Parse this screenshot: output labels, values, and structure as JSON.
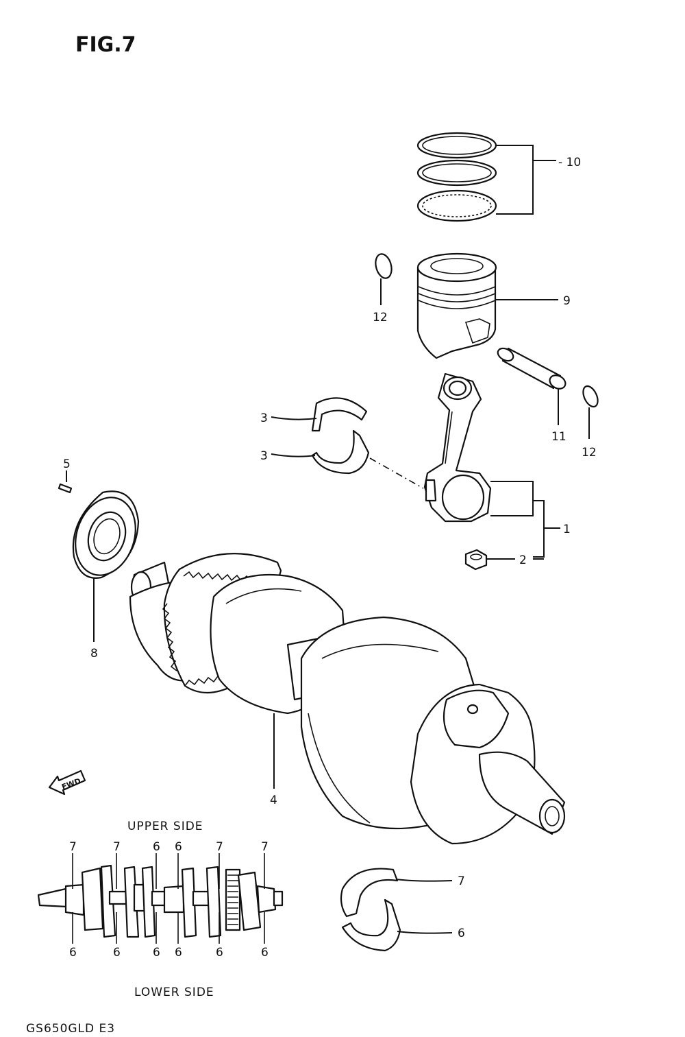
{
  "figure_title": "FIG.7",
  "model_code": "GS650GLD E3",
  "fwd_label": "FWD",
  "callouts": {
    "c1": "1",
    "c2": "2",
    "c3a": "3",
    "c3b": "3",
    "c4": "4",
    "c5": "5",
    "c8": "8",
    "c9": "9",
    "c10": "- 10",
    "c11": "11",
    "c12a": "12",
    "c12b": "12",
    "c7": "7",
    "c6": "6"
  },
  "bearing_map": {
    "upper_title": "UPPER SIDE",
    "lower_title": "LOWER SIDE",
    "upper_codes": [
      "7",
      "7",
      "6",
      "6",
      "7",
      "7"
    ],
    "lower_codes": [
      "6",
      "6",
      "6",
      "6",
      "6",
      "6"
    ]
  }
}
